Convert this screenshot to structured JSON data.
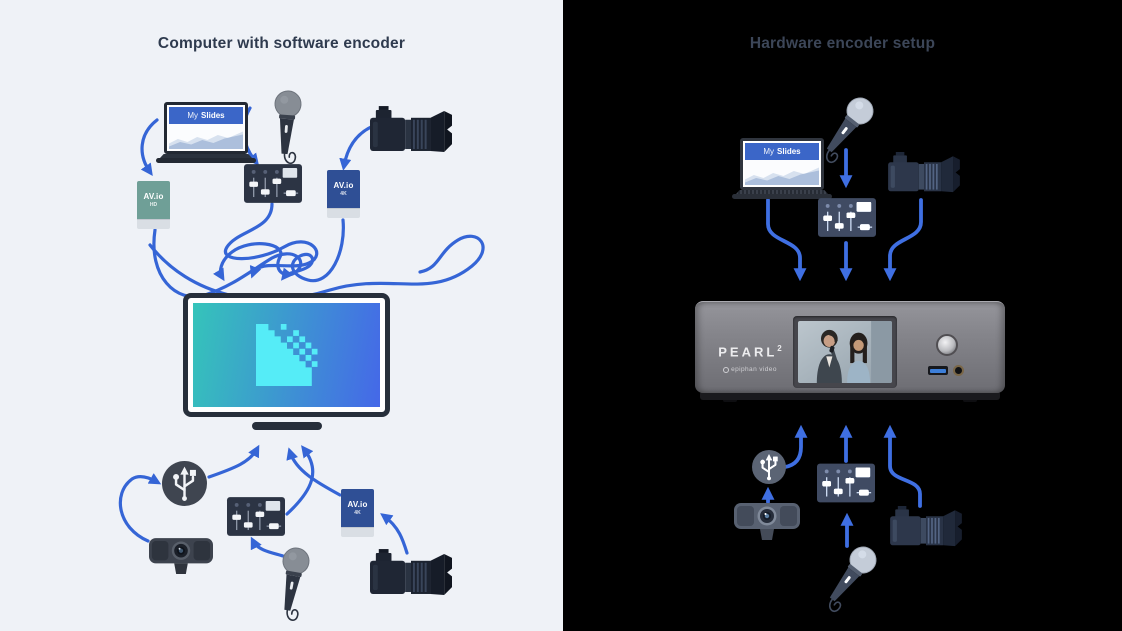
{
  "left_panel": {
    "title": "Computer with software encoder"
  },
  "right_panel": {
    "title": "Hardware encoder setup",
    "encoder": {
      "brand": "PEARL",
      "superscript": "2",
      "vendor": "epiphan video"
    }
  },
  "shared": {
    "laptop": {
      "screen_title_light": "My",
      "screen_title_bold": "Slides"
    },
    "avio": {
      "brand": "AV.io",
      "variant_hd": "HD",
      "variant_4k": "4K"
    }
  },
  "icons": {
    "laptop-icon": "laptop showing presentation slides with chart",
    "microphone-icon": "handheld microphone with cable",
    "camera-icon": "dslr video camera with lens hood",
    "mixer-icon": "audio mixer with sliders and knobs",
    "avio-box-icon": "AV.io capture card box",
    "monitor-icon": "desktop monitor with pixelated media-encoder logo",
    "usb-icon": "usb trident symbol in circle",
    "webcam-icon": "usb webcam",
    "pearl-device": "Pearl-2 hardware encoder with touchscreen",
    "arrow": "blue connection arrow"
  },
  "colors": {
    "left-bg": "#eff2f7",
    "right-bg": "#000000",
    "arrow-left": "#3565d6",
    "arrow-right": "#3f6fe2",
    "title-left": "#2e3a4e",
    "title-right": "#3c4658",
    "avio-hd": "#6f9f97",
    "avio-4k": "#2f4f95",
    "screen-grad-a": "#35c4ba",
    "screen-grad-b": "#4568e8",
    "pixel-logo": "#55ecf7",
    "mixer-body": "#2c3444",
    "device-dark": "#1f2634"
  }
}
